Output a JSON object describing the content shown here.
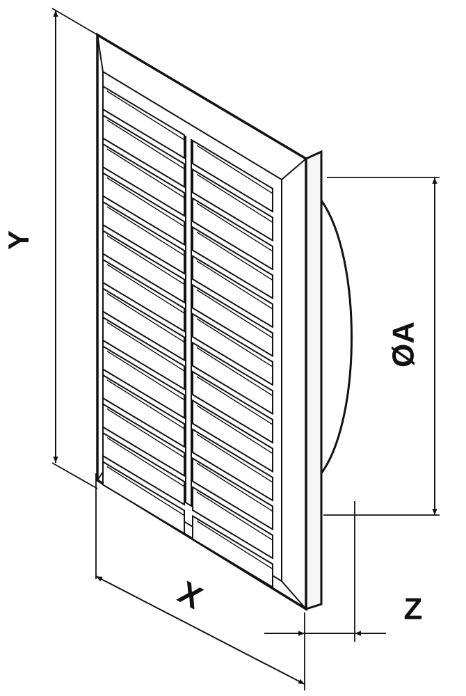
{
  "diagram": {
    "labels": {
      "height": "Y",
      "width": "X",
      "diameter": "ØA",
      "depth": "Z"
    },
    "louver_rows_per_column": 14,
    "louver_columns": 2,
    "colors": {
      "line": "#111111",
      "fill": "#ffffff",
      "shade": "#f2f2f2"
    }
  }
}
